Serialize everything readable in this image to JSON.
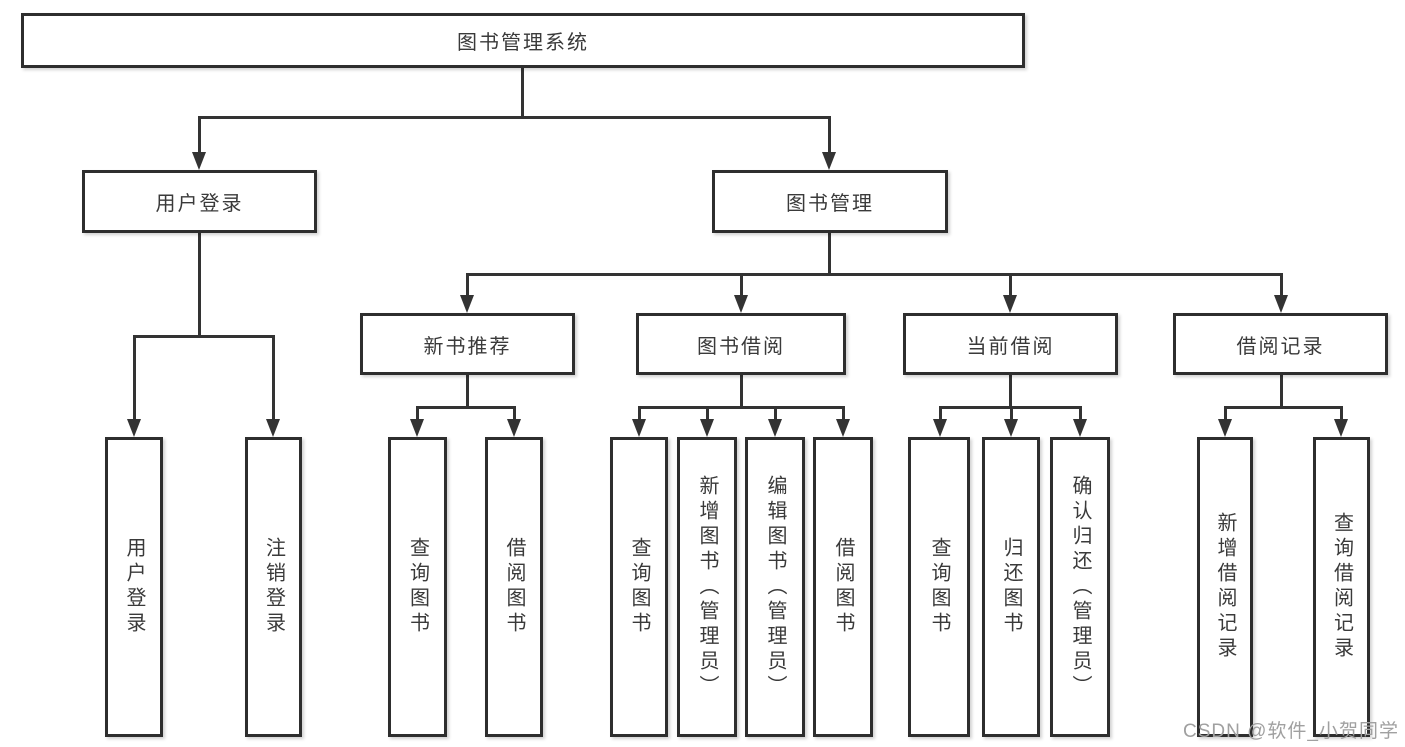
{
  "diagram_type": "functional-structure-tree",
  "colors": {
    "line": "#333333",
    "box_border": "#2e2e2e",
    "box_fill": "#ffffff",
    "text": "#3a3a3a",
    "watermark": "#a0a0a0"
  },
  "watermark": {
    "text": "CSDN @软件_小贺同学"
  },
  "tree": {
    "root": {
      "label": "图书管理系统",
      "children": [
        {
          "label": "用户登录",
          "children": [
            {
              "label": "用户登录"
            },
            {
              "label": "注销登录"
            }
          ]
        },
        {
          "label": "图书管理",
          "children": [
            {
              "label": "新书推荐",
              "children": [
                {
                  "label": "查询图书"
                },
                {
                  "label": "借阅图书"
                }
              ]
            },
            {
              "label": "图书借阅",
              "children": [
                {
                  "label": "查询图书"
                },
                {
                  "label": "新增图书（管理员）"
                },
                {
                  "label": "编辑图书（管理员）"
                },
                {
                  "label": "借阅图书"
                }
              ]
            },
            {
              "label": "当前借阅",
              "children": [
                {
                  "label": "查询图书"
                },
                {
                  "label": "归还图书"
                },
                {
                  "label": "确认归还（管理员）"
                }
              ]
            },
            {
              "label": "借阅记录",
              "children": [
                {
                  "label": "新增借阅记录"
                },
                {
                  "label": "查询借阅记录"
                }
              ]
            }
          ]
        }
      ]
    }
  }
}
